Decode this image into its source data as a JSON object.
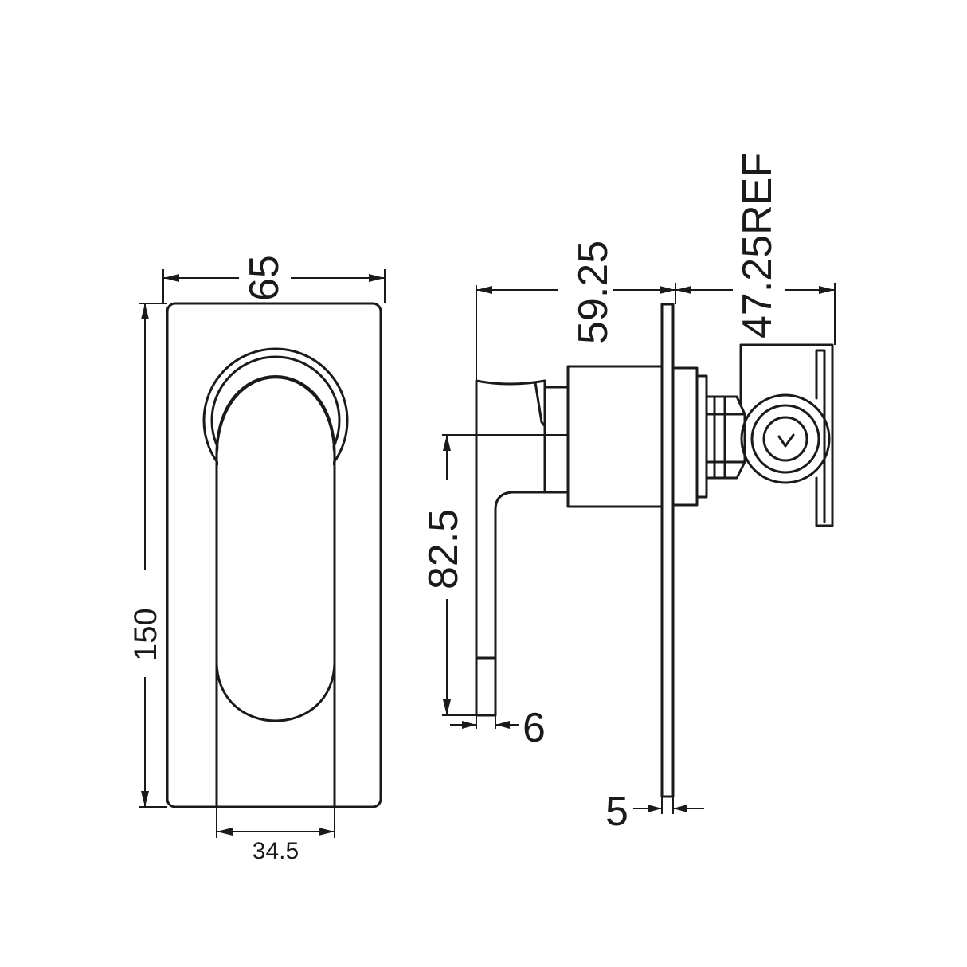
{
  "dimensions": {
    "front_width": "65",
    "front_height": "150",
    "handle_width": "34.5",
    "side_depth": "59.25",
    "body_depth_ref": "47.25REF",
    "handle_height": "82.5",
    "handle_thickness": "6",
    "plate_thickness": "5"
  },
  "colors": {
    "line": "#1a1a1a",
    "background": "#ffffff"
  }
}
